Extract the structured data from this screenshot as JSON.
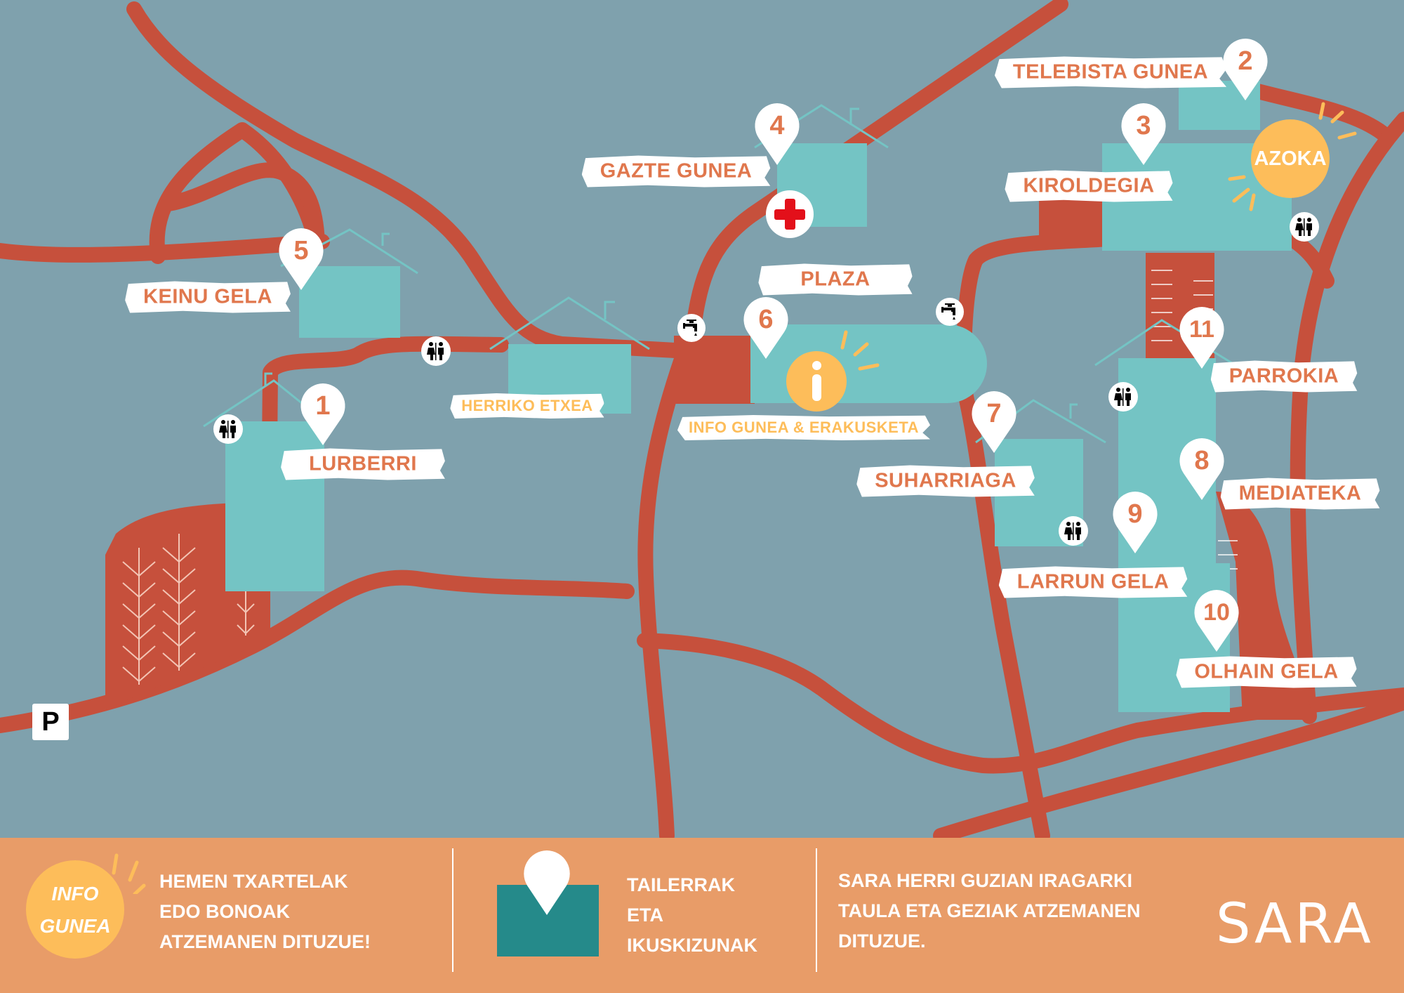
{
  "colors": {
    "background": "#7fa1ad",
    "road": "#c6503c",
    "building": "#74c4c4",
    "label_text": "#e0774d",
    "footer": "#e89c68",
    "accent_yellow": "#fdbd5a",
    "teal": "#258a8a"
  },
  "labels": [
    "TELEBISTA GUNEA",
    "GAZTE GUNEA",
    "KIROLDEGIA",
    "KEINU GELA",
    "PLAZA",
    "HERRIKO ETXEA",
    "INFO GUNEA & ERAKUSKETA",
    "LURBERRI",
    "SUHARRIAGA",
    "PARROKIA",
    "MEDIATEKA",
    "LARRUN GELA",
    "OLHAIN GELA"
  ],
  "pins": [
    "1",
    "2",
    "3",
    "4",
    "5",
    "6",
    "7",
    "8",
    "9",
    "10",
    "11"
  ],
  "azoka": "AZOKA",
  "info_icon": "i",
  "parking": "P",
  "icons": [
    "toilet-icon",
    "water-tap-icon",
    "first-aid-icon",
    "info-icon",
    "parking-icon"
  ],
  "footer": {
    "info_badge": [
      "INFO",
      "GUNEA"
    ],
    "info_text": [
      "HEMEN TXARTELAK",
      "EDO BONOAK",
      "ATZEMANEN DITUZUE!"
    ],
    "workshops_text": [
      "TAILERRAK",
      "ETA",
      "IKUSKIZUNAK"
    ],
    "signs_text": [
      "SARA HERRI GUZIAN IRAGARKI",
      "TAULA ETA GEZIAK ATZEMANEN",
      "DITUZUE."
    ],
    "logo": "SARA"
  }
}
